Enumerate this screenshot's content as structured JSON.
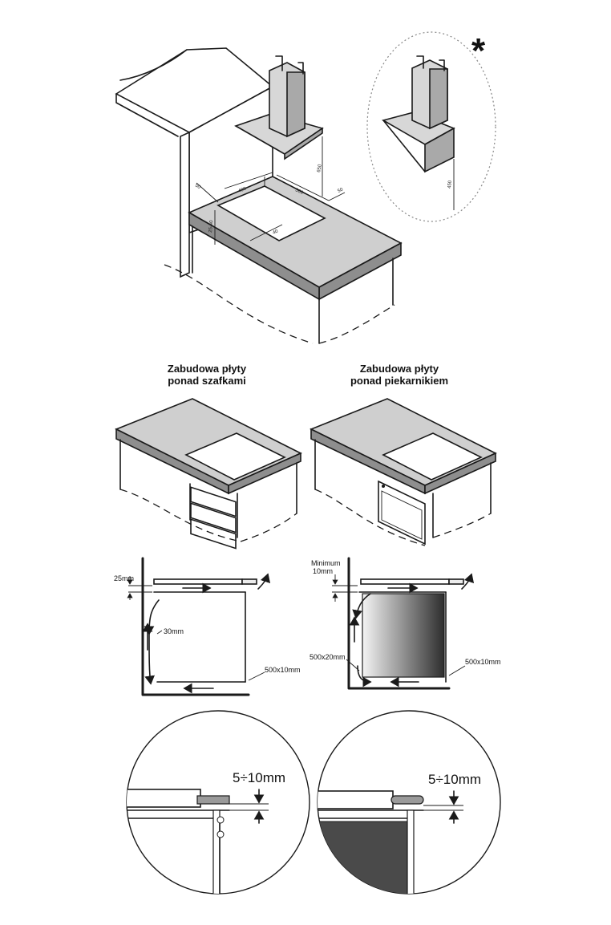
{
  "top": {
    "asterisk": "*",
    "dims": {
      "d650": "650",
      "d490": "490",
      "d560": "560",
      "d50_left": "50",
      "d50_right": "50",
      "d25_40": "25-40",
      "d40": "40",
      "d450": "450"
    }
  },
  "installs": {
    "cabinets_title": [
      "Zabudowa płyty",
      "ponad szafkami"
    ],
    "oven_title": [
      "Zabudowa płyty",
      "ponad piekarnikiem"
    ]
  },
  "airflow_left": {
    "gap": "25mm",
    "vent": "30mm",
    "opening": "500x10mm"
  },
  "airflow_right": {
    "minimum": [
      "Minimum",
      "10mm"
    ],
    "opening_bottom": "500x20mm",
    "opening_right": "500x10mm"
  },
  "details": {
    "left_gap": "5÷10mm",
    "right_gap": "5÷10mm"
  }
}
